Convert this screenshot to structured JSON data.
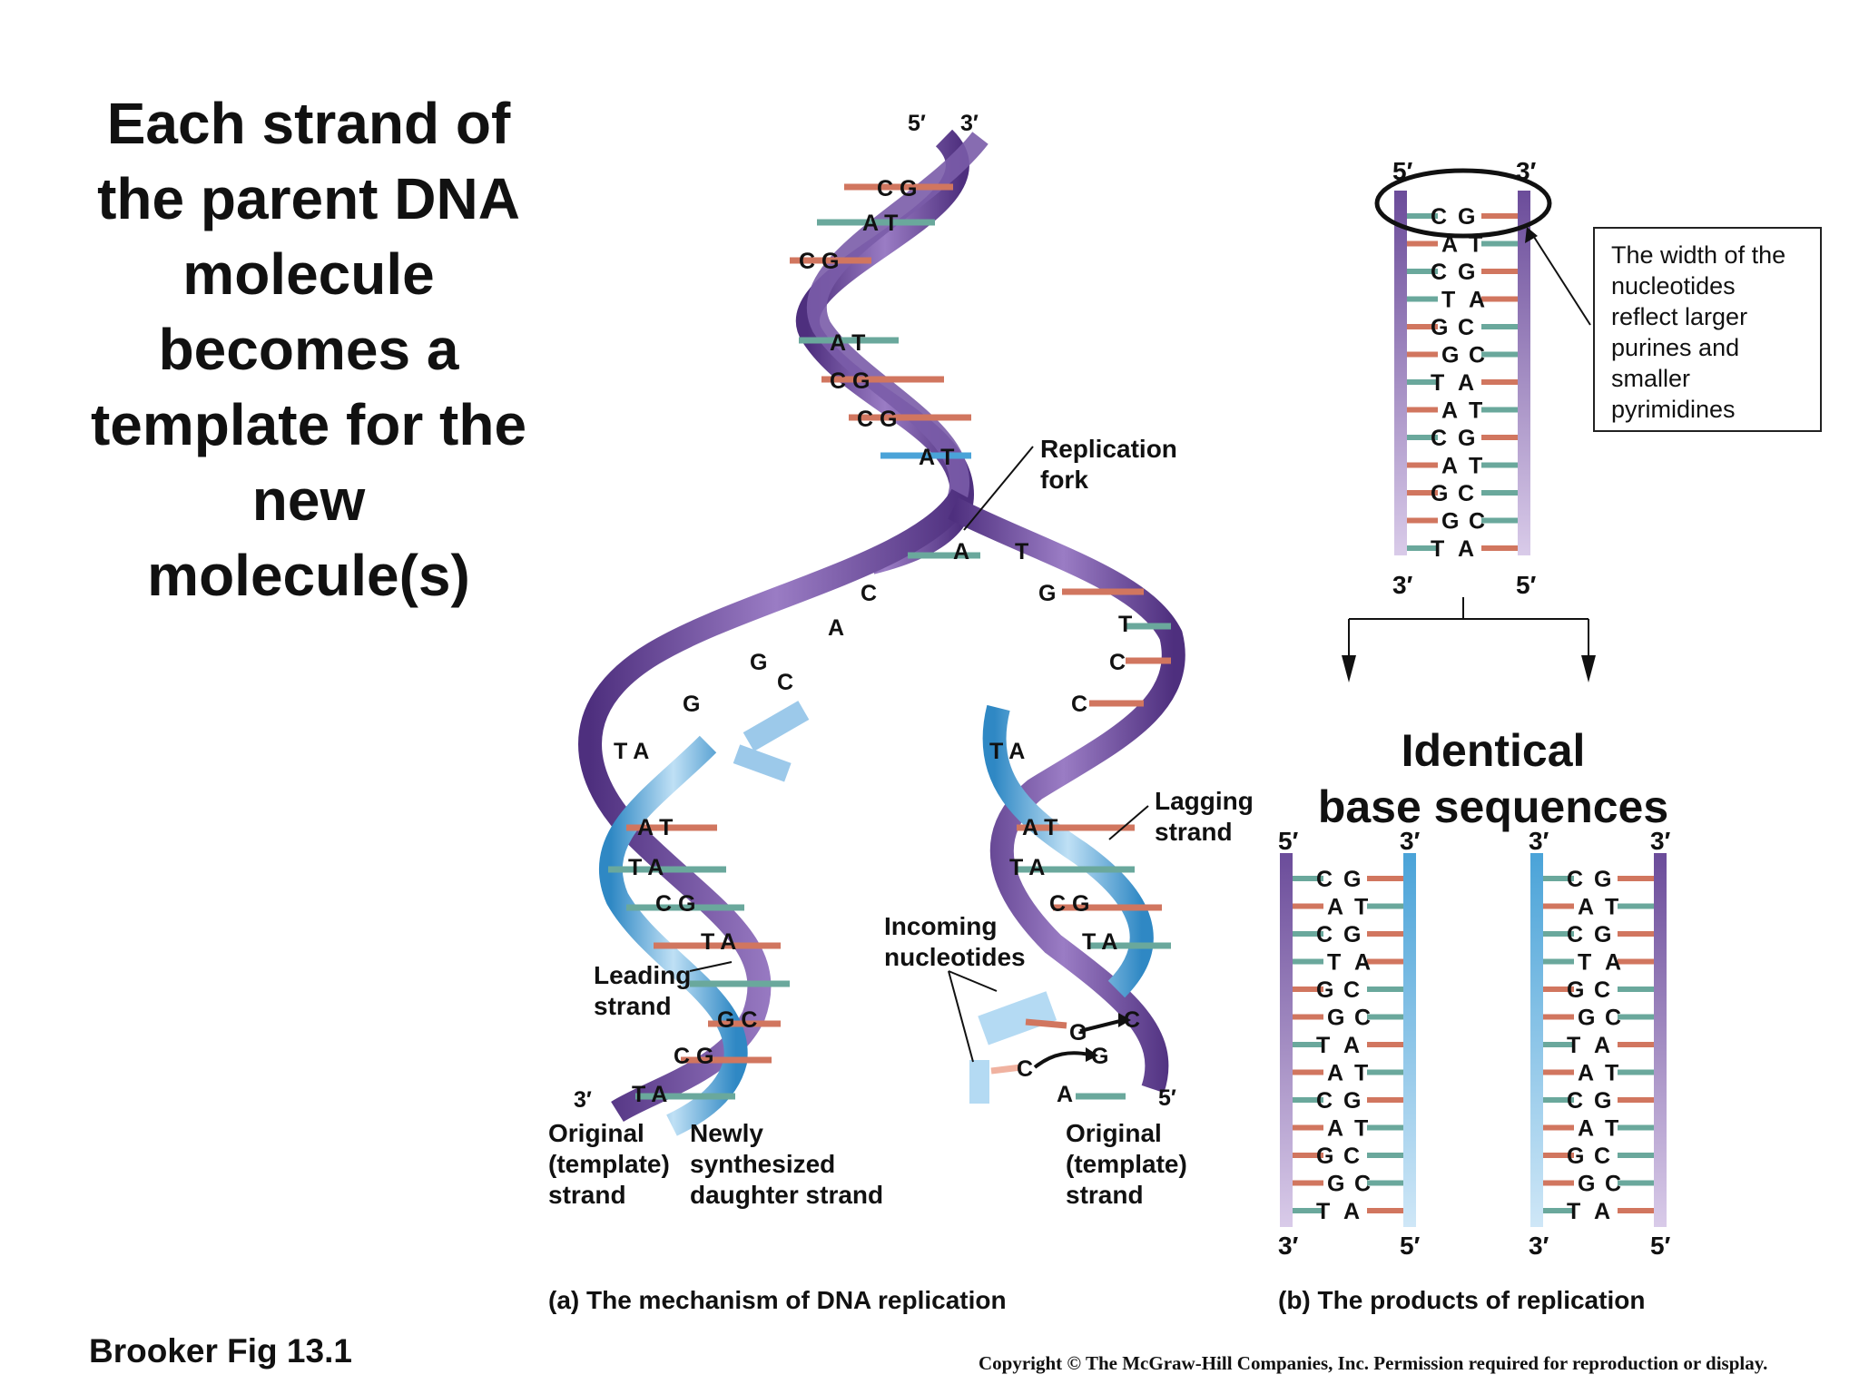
{
  "headline": [
    "Each strand of",
    "the parent DNA",
    "molecule",
    "becomes a",
    "template for the",
    "new",
    "molecule(s)"
  ],
  "credit": "Brooker Fig 13.1",
  "copyright": "Copyright © The McGraw-Hill Companies, Inc. Permission required for reproduction or display.",
  "panel_a": {
    "caption": "(a) The mechanism of DNA replication",
    "top_ends": [
      "5′",
      "3′"
    ],
    "fork_label": [
      "Replication",
      "fork"
    ],
    "lagging_label": [
      "Lagging",
      "strand"
    ],
    "leading_label": [
      "Leading",
      "strand"
    ],
    "incoming_label": [
      "Incoming",
      "nucleotides"
    ],
    "bottom_left_end": "3′",
    "bottom_right_end": "5′",
    "original_left": [
      "Original",
      "(template)",
      "strand"
    ],
    "newly": [
      "Newly",
      "synthesized",
      "daughter strand"
    ],
    "original_right": [
      "Original",
      "(template)",
      "strand"
    ],
    "top_pairs": [
      "C G",
      "A T",
      "C G",
      "A T",
      "C G",
      "C G",
      "A T"
    ],
    "fork_bases": [
      "A",
      "T",
      "C",
      "G",
      "A",
      "T",
      "G",
      "C",
      "C",
      "G",
      "C"
    ],
    "left_daughter_pairs": [
      "T A",
      "A T",
      "T A",
      "C G",
      "T A",
      "G C",
      "C G",
      "T A"
    ],
    "right_daughter_pairs": [
      "T A",
      "A T",
      "T A",
      "C G",
      "T A"
    ],
    "incoming_bases": [
      "G",
      "C",
      "C",
      "G",
      "A"
    ]
  },
  "panel_b": {
    "caption": "(b) The products of replication",
    "identical": [
      "Identical",
      "base sequences"
    ],
    "note": [
      "The width of the",
      "nucleotides",
      "reflect larger",
      "purines and",
      "smaller",
      "pyrimidines"
    ],
    "parent_ends_top": [
      "5′",
      "3′"
    ],
    "parent_ends_bottom": [
      "3′",
      "5′"
    ],
    "left_ends_top": [
      "5′",
      "3′"
    ],
    "left_ends_bottom": [
      "3′",
      "5′"
    ],
    "right_ends_top": [
      "3′",
      "3′"
    ],
    "right_ends_bottom": [
      "3′",
      "5′"
    ],
    "sequence": [
      "C G",
      "A T",
      "C G",
      "T A",
      "G C",
      "G C",
      "T A",
      "A T",
      "C G",
      "A T",
      "G C",
      "G C",
      "T A"
    ]
  },
  "colors": {
    "purple": "#6b4c9a",
    "light_purple": "#b9a4d3",
    "blue": "#4aa3d8",
    "light_blue": "#a9d3ef",
    "red_base": "#c8624c",
    "teal_base": "#5fa89a"
  }
}
